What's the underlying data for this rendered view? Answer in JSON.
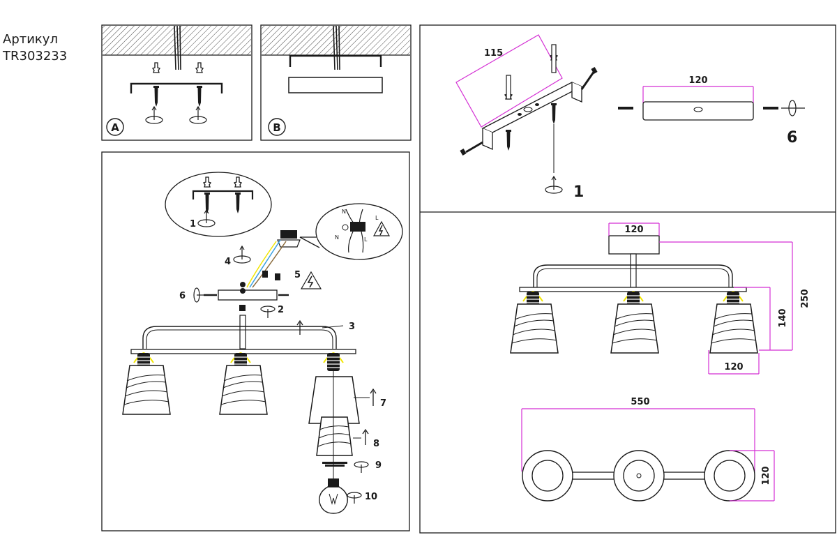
{
  "article": {
    "label": "Артикул",
    "code": "TR303233"
  },
  "mount_panels": {
    "a_label": "A",
    "b_label": "B"
  },
  "assembly_steps": {
    "step_1": "1",
    "step_2": "2",
    "step_3": "3",
    "step_4": "4",
    "step_5": "5",
    "step_6": "6",
    "step_7": "7",
    "step_8": "8",
    "step_9": "9",
    "step_10": "10",
    "wire_n_top": "N",
    "wire_l_top": "L",
    "wire_n_bottom": "N",
    "wire_l_bottom": "L"
  },
  "bracket_panel": {
    "dim_115": "115",
    "dim_120": "120",
    "step_1": "1",
    "step_6": "6"
  },
  "dimensions_panel": {
    "canopy_width": "120",
    "total_height": "250",
    "shade_height": "140",
    "shade_width": "120",
    "total_length": "550",
    "shade_diameter": "120"
  },
  "colors": {
    "line": "#1a1a1a",
    "dimension": "#d42fd4",
    "highlight": "#f2e600",
    "wire_blue": "#3aa0e0",
    "wire_brown": "#8a6a3a"
  }
}
